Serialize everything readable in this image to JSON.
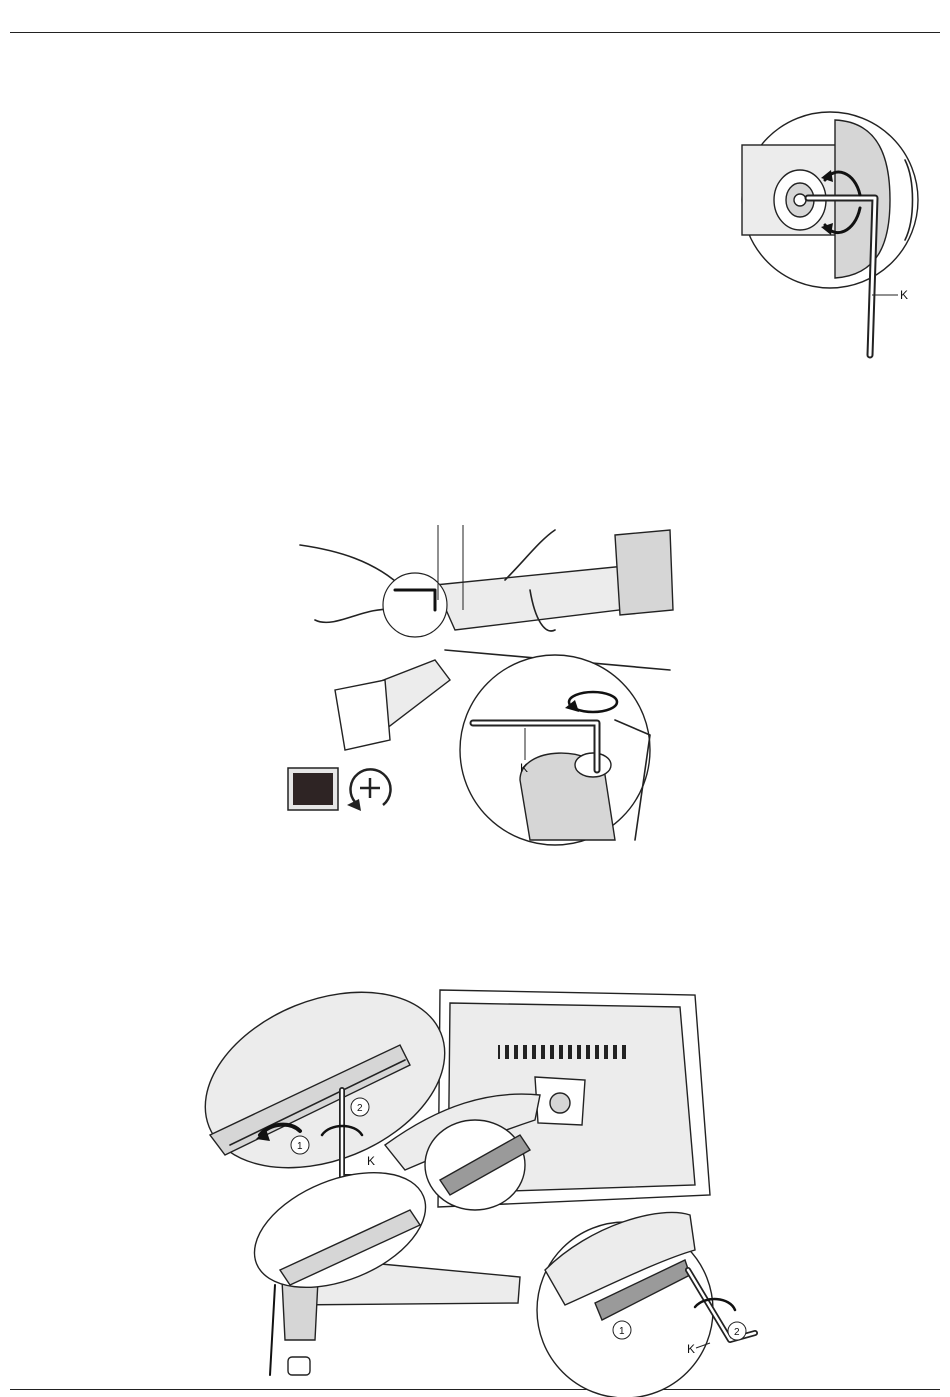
{
  "labels": {
    "fig1_tool": "K",
    "fig2_tool": "K",
    "fig3_tool_a": "K",
    "fig3_tool_b": "K",
    "fig3_step1_a": "1",
    "fig3_step2_a": "2",
    "fig3_step1_b": "1",
    "fig3_step2_b": "2"
  },
  "icons": {
    "fig2_legend_left": "dark-square-icon",
    "fig2_legend_right": "rotate-clockwise-plus-icon"
  }
}
